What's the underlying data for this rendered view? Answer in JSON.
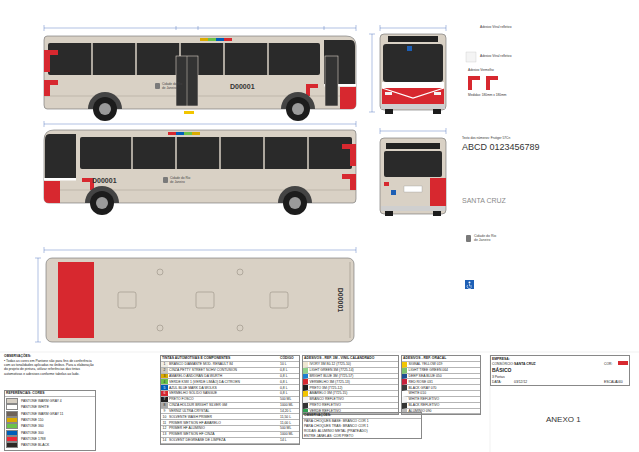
{
  "diagram": {
    "nodes": [
      {
        "text": [
          "OBSERVAÇÕES:",
          "• Todas as cores em Pantone são para fins de conferência com as tonalidades aplicadas no ônibus. Para a elaboração do projeto de pintura, utilizar referências das tintas automotivas e adesivos conforme tabelas ao lado."
        ]
      },
      {
        "text": [
          "REFERÊNCIAS: CORES"
        ]
      },
      {
        "text": [
          "TINTAS AUTOMOTIVAS E COMPONENTES",
          "CÓDIGO",
          "1",
          "BRANCO DIAMANTE MOD. RENAULT 84",
          "10 L",
          "2",
          "CINZA PETTY STREET NOHV CONTUSION",
          "0,8 L",
          "3",
          "AMARELO ANDORAN DA WURTH",
          "0,8 L",
          "4",
          "VERDE KIWI 1 (VERDE LIMÃO) DA CITROEN",
          "0,8 L",
          "5",
          "AZUL BLUE MARK DA WOLKS",
          "0,8 L",
          "6",
          "VERMELHO SÓLIDO SANGUE",
          "0,8 L",
          "7",
          "PRETO FOSCO",
          "500 ML",
          "8",
          "CINZA HOLDUR BRIGHT SILVER GM",
          "1000 ML",
          "9",
          "VERNIZ ULTRA CRYSTAL",
          "14,20 L",
          "10",
          "SOLVENTE WASH PRIMER",
          "11,50 L",
          "11",
          "PRIMER WETSON HF AMARELO",
          "11,00 L",
          "12",
          "PRIMER HF ALUMÍNIO",
          "500 ML",
          "13",
          "PRIMER WETSON HF CINZA",
          "1000 ML",
          "14",
          "SOLVENT DEGREASE DE LIMPEZA",
          "14 L"
        ]
      },
      {
        "text": [
          "ADESIVOS - REF. 3M - VINIL CALANDRADO",
          "IVORY 3M 80-12 (7725-10)",
          "LIGHT GREEN 3M (7725-14)",
          "BRIGHT BLUE 3M (7725-57)",
          "VERMELHO 3M (7725-13)",
          "PRETO 3M (7725-12)",
          "AMARELO 3M (7725-15)",
          "BRANCO REFLETIVO",
          "PRETO REFLETIVO",
          "VERDE REFLETIVO"
        ]
      },
      {
        "text": [
          "ADESIVOS - REF. ORACAL",
          "SIGNAL YELLOW 019",
          "LIGHT TREE GREEN 064",
          "DEEP SEA BLUE 050",
          "RED ROSE 031",
          "BLACK GRAY 070",
          "WHITE 010",
          "WHITE REFLETIVO",
          "BLACK REFLETIVO",
          "ALUMÍNIO 090"
        ]
      },
      {
        "text": [
          "OBSERVAÇÕES:",
          "PARA CHOQUES BASE: BRANCO COR 1",
          "PARA CHOQUES TRAS: BRANCO COR 1",
          "RODAS: ALUMÍNIO METAL (PRATEADO)",
          "ENTRE JANELAS: COR PRETO"
        ]
      },
      {
        "text": [
          "EMPRESA:",
          "CONSÓRCIO:",
          "SANTA CRUZ",
          "COR:",
          "BÁSICO",
          "3 Portas",
          "DATA:",
          "03/12/12",
          "ESCALA:",
          "1/40"
        ]
      }
    ],
    "labels": [
      "D00001",
      "Cidade do Rio de Janeiro",
      "D00001",
      "Cidade do Rio de Janeiro",
      "D00001",
      "Adesivo Vitral refletivo",
      "Adesivo Vitral refletivo",
      "Adesivo Vermelho",
      "Medidas: 180mm x 180mm",
      "Texto dos números: Frutiger 57Cn",
      "ABCD 0123456789",
      "SANTA CRUZ",
      "Cidade do Rio de Janeiro",
      "ANEXO 1"
    ],
    "legend": [
      {
        "text": "PANTONE WARM GRAY 4",
        "color": "#d6cfc4"
      },
      {
        "text": "PANTONE WHITE",
        "color": "#ffffff"
      },
      {
        "text": "PANTONE WARM GRAY 11",
        "color": "#6e6259"
      },
      {
        "text": "PANTONE 110",
        "color": "#daaa00"
      },
      {
        "text": "PANTONE 360",
        "color": "#6cc24a"
      },
      {
        "text": "PANTONE 300",
        "color": "#005eb8"
      },
      {
        "text": "PANTONE 1788",
        "color": "#ee2737"
      },
      {
        "text": "PANTONE BLACK",
        "color": "#2d2926"
      }
    ]
  }
}
